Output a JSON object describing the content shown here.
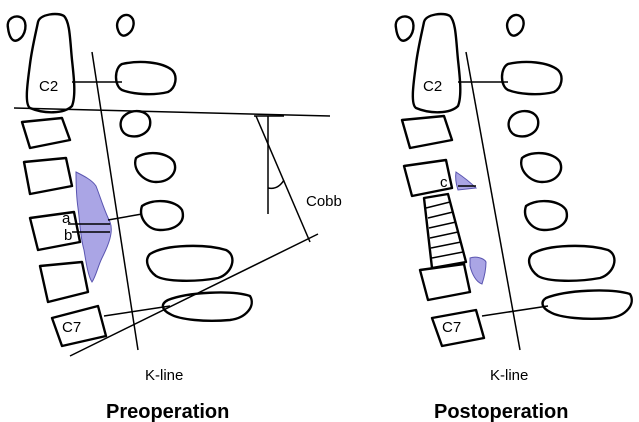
{
  "panels": [
    {
      "labels": {
        "c2": "C2",
        "c7": "C7",
        "a": "a",
        "b": "b",
        "cobb": "Cobb",
        "kline": "K-line"
      },
      "caption": "Preoperation"
    },
    {
      "labels": {
        "c2": "C2",
        "c7": "C7",
        "c": "c",
        "kline": "K-line"
      },
      "caption": "Postoperation"
    }
  ],
  "colors": {
    "ossification": "#9b95e0",
    "outline": "#000000"
  }
}
